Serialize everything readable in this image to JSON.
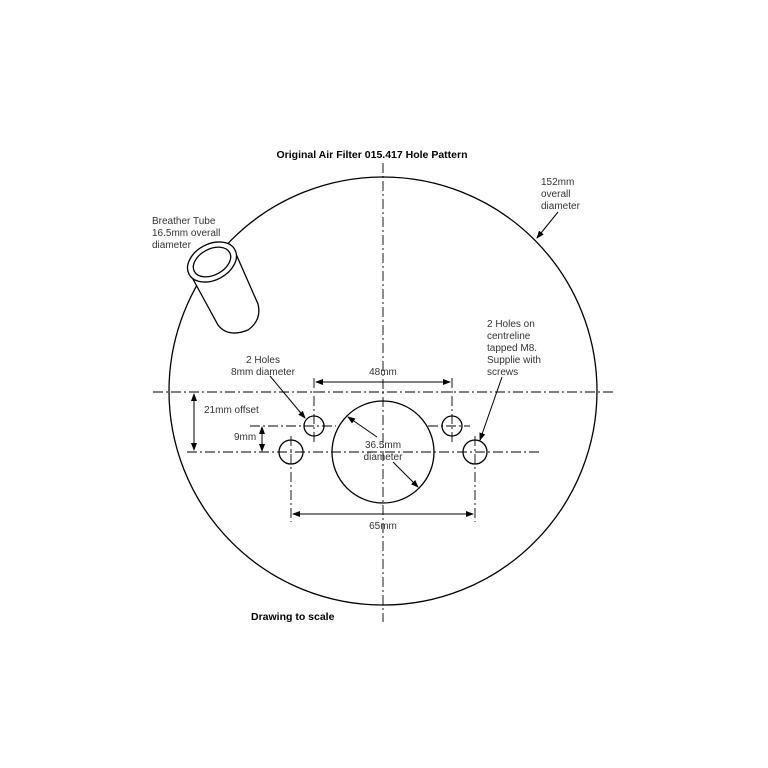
{
  "title": "Original Air Filter 015.417 Hole Pattern",
  "footer": "Drawing to scale",
  "labels": {
    "breather": [
      "Breather Tube",
      "16.5mm overall",
      "diameter"
    ],
    "overall": [
      "152mm",
      "overall",
      "diameter"
    ],
    "holes_tapped": [
      "2 Holes on",
      "centreline",
      "tapped  M8.",
      "Supplie with",
      "screws"
    ],
    "holes_8mm": [
      "2 Holes",
      "8mm diameter"
    ],
    "dim_48": "48mm",
    "dim_65": "65mm",
    "offset_21": "21mm offset",
    "dim_9": "9mm",
    "center_hole": [
      "36.5mm",
      "diameter"
    ]
  }
}
